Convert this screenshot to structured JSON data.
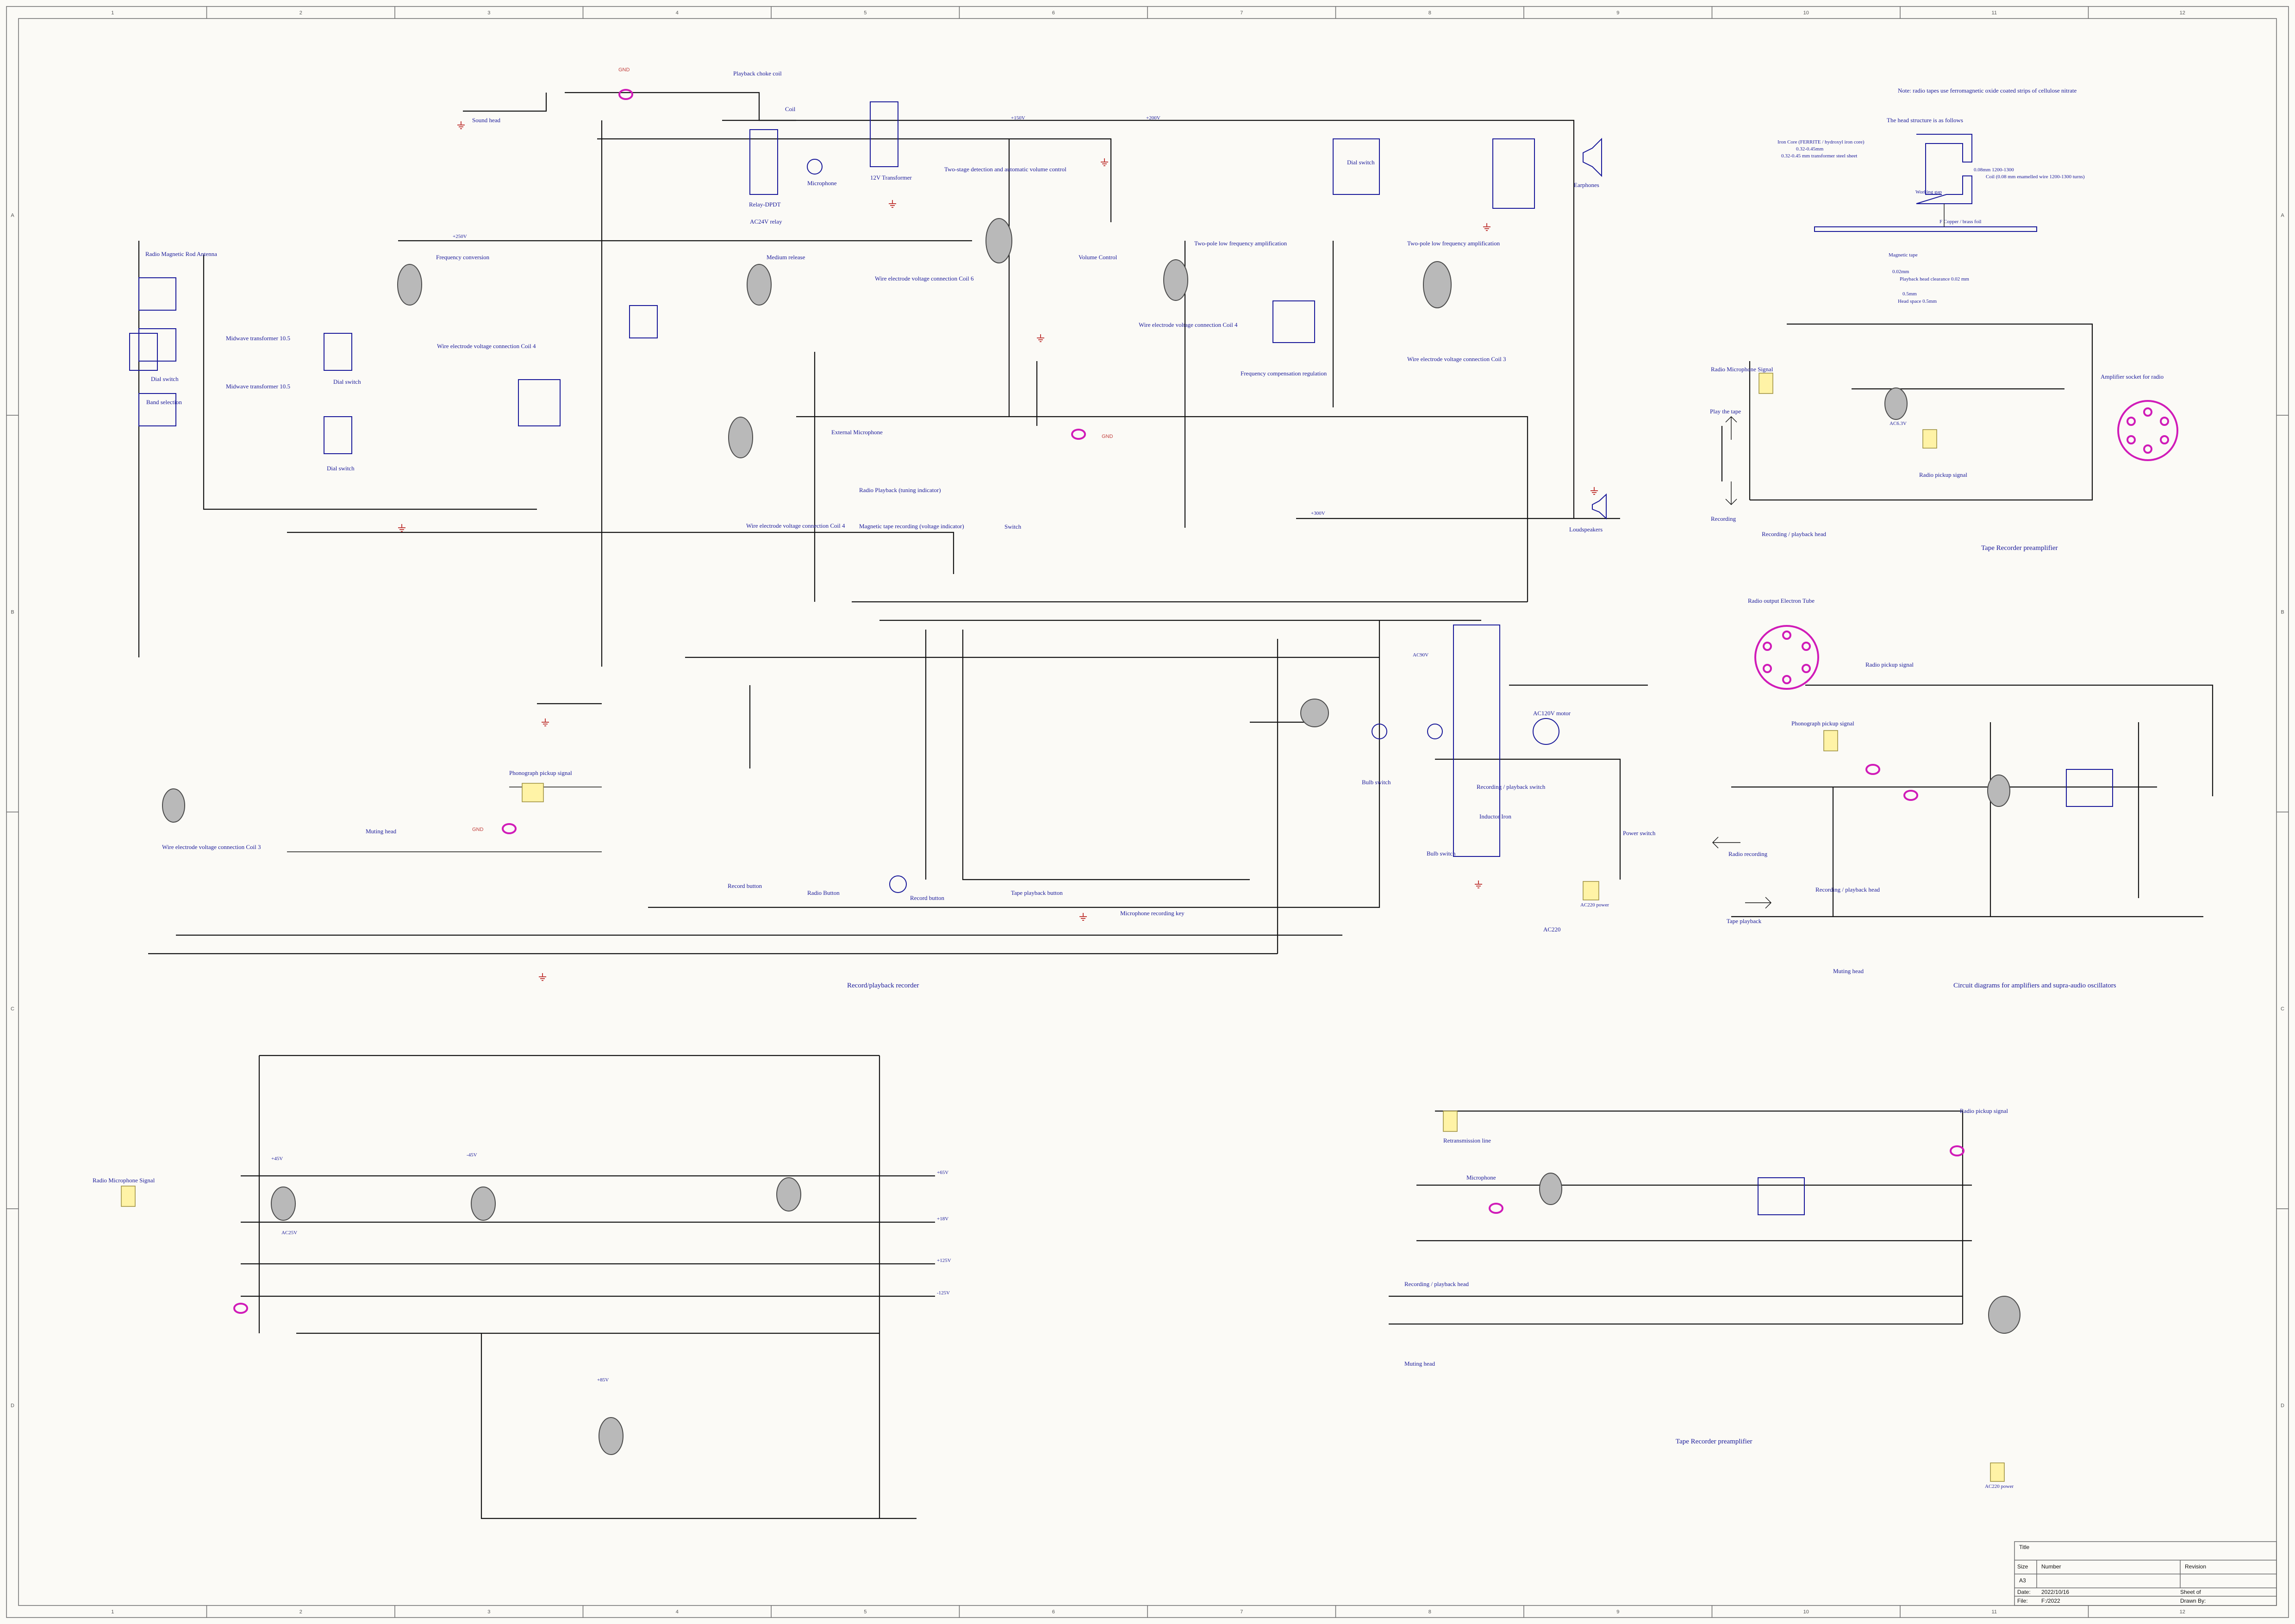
{
  "zones": {
    "columns": [
      "1",
      "2",
      "3",
      "4",
      "5",
      "6",
      "7",
      "8",
      "9",
      "10",
      "11",
      "12"
    ],
    "rows": [
      "A",
      "B",
      "C",
      "D"
    ]
  },
  "colors": {
    "wire": "#141414",
    "label": "#1a1a9a",
    "ground": "#c2403d",
    "highlight": "#d01bb8",
    "port": "#fff3a6",
    "tube": "#b9b9b9"
  },
  "sections": {
    "record_playback": "Record/playback recorder",
    "amplifier": "Circuit diagrams for amplifiers and supra-audio oscillators",
    "tape_preamp_upper": "Tape Recorder preamplifier",
    "tape_preamp_lower": "Tape Recorder preamplifier"
  },
  "notes": {
    "radio_tapes": "Note: radio tapes use ferromagnetic oxide coated strips of cellulose nitrate",
    "head_structure": "The head structure is as follows",
    "iron_core": "Iron Core (FERRITE / hydroxyl iron core)",
    "core_size": "0.32-0.45mm",
    "core_sheet": "0.32-0.45 mm transformer steel sheet",
    "wire": "0.08mm         1200-1300",
    "coil": "Coil (0.08 mm enamelled wire 1200-1300 turns)",
    "working_gap": "Working gap",
    "copper_foil": "F Copper / brass foil",
    "magnetic_tape": "Magnetic tape",
    "gap_size": "0.02mm",
    "head_clearance": "Playback head clearance 0.02 mm",
    "head_space_size": "0.5mm",
    "head_space": "Head space 0.5mm"
  },
  "labels": {
    "playback_choke": "Playback choke coil",
    "coil": "Coil",
    "sound_head": "Sound head",
    "microphone": "Microphone",
    "relay": "Relay-DPDT",
    "relay24": "AC24V relay",
    "transformer12": "12V Transformer",
    "two_stage": "Two-stage detection and automatic volume control",
    "antenna": "Radio Magnetic Rod Antenna",
    "band_selection": "Band selection",
    "dial_switch": "Dial switch",
    "midwave_tf": "Midwave transformer 10.5",
    "freq_conversion": "Frequency conversion",
    "medium_release": "Medium release",
    "wire_coil4": "Wire electrode voltage connection Coil 4",
    "wire_coil3": "Wire electrode voltage connection Coil 3",
    "wire_coil6": "Wire electrode voltage connection Coil 6",
    "volume_control": "Volume Control",
    "two_pole_lf": "Two-pole low frequency amplification",
    "freq_comp": "Frequency compensation regulation",
    "earphones": "Earphones",
    "loudspeakers": "Loudspeakers",
    "ext_mic": "External Microphone",
    "radio_playback": "Radio Playback (tuning indicator)",
    "tape_indicator": "Magnetic tape recording (voltage indicator)",
    "switch": "Switch",
    "phono_pickup": "Phonograph pickup signal",
    "record_button": "Record button",
    "radio_button": "Radio Button",
    "tape_playback_button": "Tape playback button",
    "mic_key": "Microphone recording key",
    "bulb_switch": "Bulb switch",
    "power_switch": "Power switch",
    "rec_play_switch": "Recording / playback switch",
    "ac220": "AC220",
    "ac220_power": "AC220 power",
    "ac120_motor": "AC120V motor",
    "muting_head": "Muting head",
    "inductor_iron": "Inductor Iron",
    "rec_play_head": "Recording / playback head",
    "radio_mic_signal": "Radio Microphone Signal",
    "play_tape": "Play the tape",
    "recording": "Recording",
    "radio_pickup": "Radio pickup signal",
    "amp_socket": "Amplifier socket for radio",
    "radio_output": "Radio output Electron Tube",
    "radio_recording": "Radio recording",
    "tape_playback": "Tape playback",
    "transmission": "Retransmission line",
    "gnd": "GND"
  },
  "voltages": [
    "+250V",
    "+150V",
    "+200V",
    "+300V",
    "+45V",
    "-45V",
    "+85V",
    "+65V",
    "-125V",
    "+125V",
    "+18V",
    "AC6.3V",
    "AC25V",
    "AC90V"
  ],
  "title_block": {
    "title": "Title",
    "size_label": "Size",
    "size": "A3",
    "number_label": "Number",
    "revision_label": "Revision",
    "date_label": "Date:",
    "date": "2022/10/16",
    "file_label": "File:",
    "file": "F:/2022",
    "sheet_label": "Sheet    of",
    "drawn_label": "Drawn By:"
  }
}
